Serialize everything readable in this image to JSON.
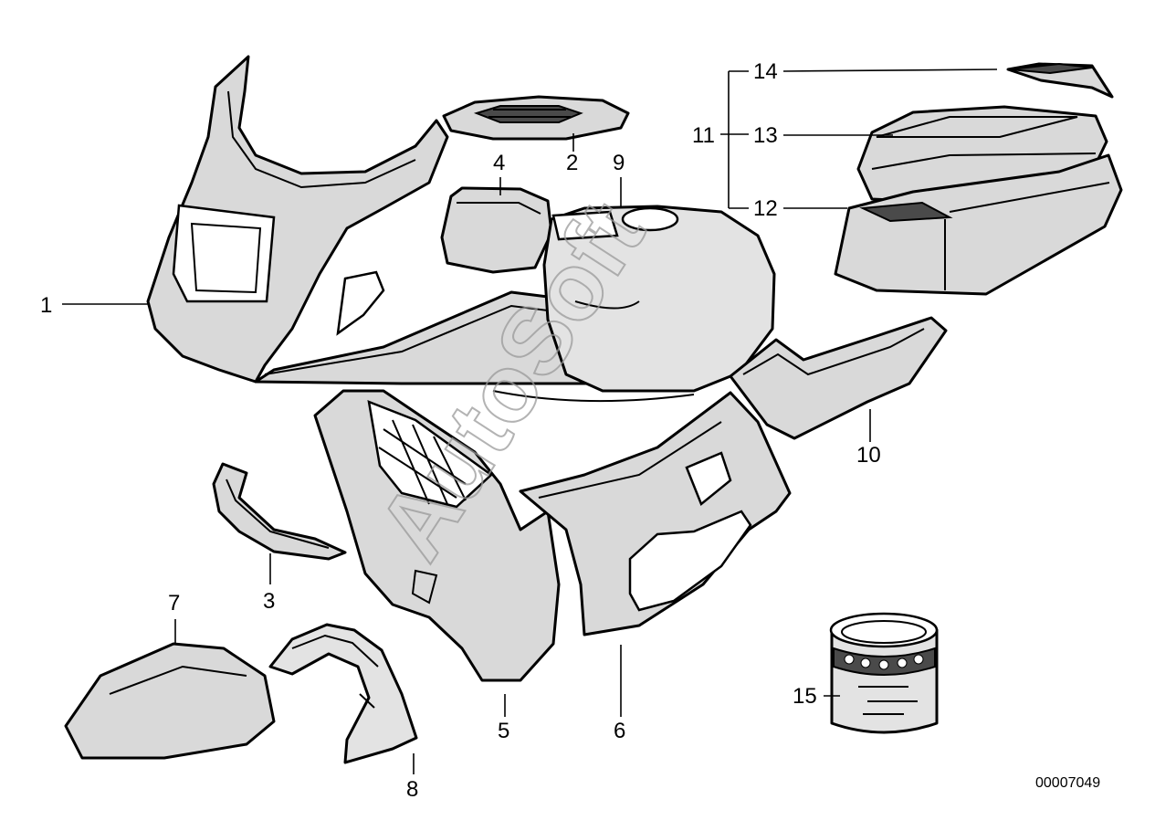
{
  "watermark": "AutoSoft",
  "document_number": "00007049",
  "callouts": [
    {
      "id": "c1",
      "label": "1"
    },
    {
      "id": "c2",
      "label": "2"
    },
    {
      "id": "c3",
      "label": "3"
    },
    {
      "id": "c4",
      "label": "4"
    },
    {
      "id": "c5",
      "label": "5"
    },
    {
      "id": "c6",
      "label": "6"
    },
    {
      "id": "c7",
      "label": "7"
    },
    {
      "id": "c8",
      "label": "8"
    },
    {
      "id": "c9",
      "label": "9"
    },
    {
      "id": "c10",
      "label": "10"
    },
    {
      "id": "c11",
      "label": "11"
    },
    {
      "id": "c12",
      "label": "12"
    },
    {
      "id": "c13",
      "label": "13"
    },
    {
      "id": "c14",
      "label": "14"
    },
    {
      "id": "c15",
      "label": "15"
    }
  ],
  "colors": {
    "line": "#000000",
    "part_fill": "#d9d9d9",
    "background": "#ffffff"
  }
}
